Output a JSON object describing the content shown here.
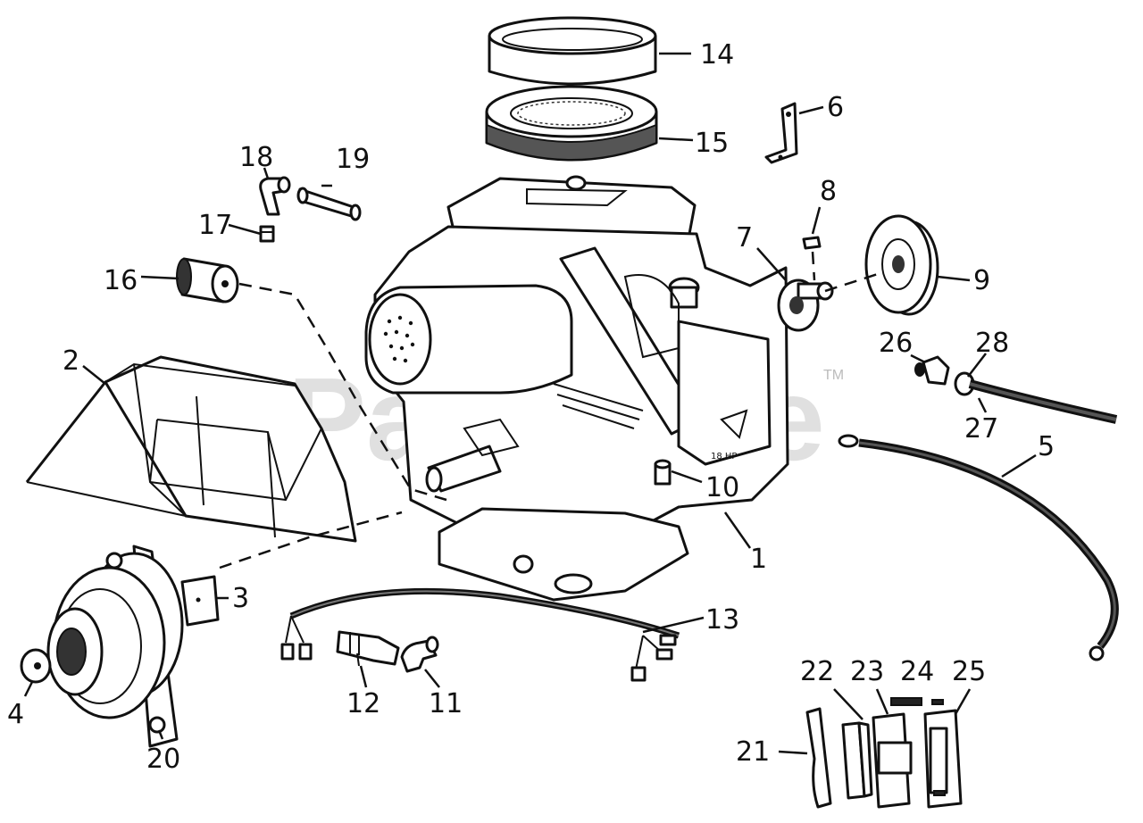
{
  "watermark": {
    "text": "PartsTree",
    "trademark": "TM"
  },
  "callouts": {
    "c1": "1",
    "c2": "2",
    "c3": "3",
    "c4": "4",
    "c5": "5",
    "c6": "6",
    "c7": "7",
    "c8": "8",
    "c9": "9",
    "c10": "10",
    "c11": "11",
    "c12": "12",
    "c13": "13",
    "c14": "14",
    "c15": "15",
    "c16": "16",
    "c17": "17",
    "c18": "18",
    "c19": "19",
    "c20": "20",
    "c21": "21",
    "c22": "22",
    "c23": "23",
    "c24": "24",
    "c25": "25",
    "c26": "26",
    "c27": "27",
    "c28": "28"
  },
  "engine_plate": "18 HP"
}
